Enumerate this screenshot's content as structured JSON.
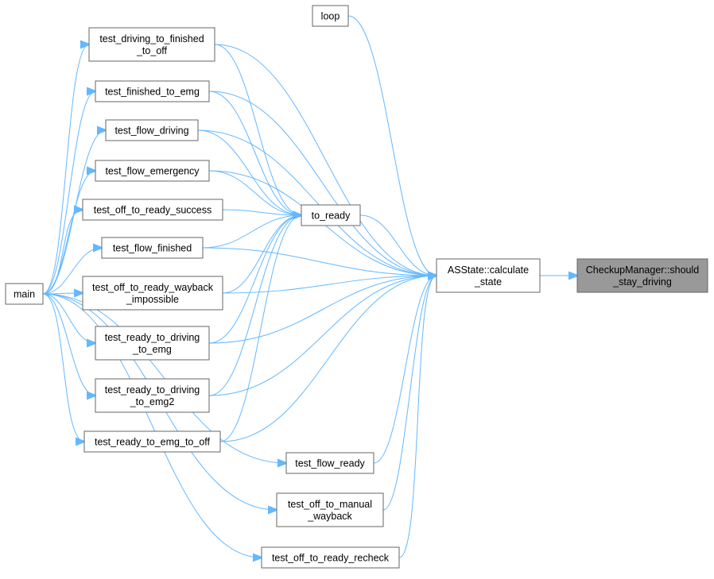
{
  "graph": {
    "edge_color": "#63b8ff",
    "node_border": "#666666",
    "focus_fill": "#999999",
    "nodes": [
      {
        "id": "focus",
        "lines": [
          "CheckupManager::should",
          "_stay_driving"
        ],
        "focus": true
      },
      {
        "id": "calc",
        "lines": [
          "ASState::calculate",
          "_state"
        ]
      },
      {
        "id": "to_ready",
        "lines": [
          "to_ready"
        ]
      },
      {
        "id": "loop",
        "lines": [
          "loop"
        ]
      },
      {
        "id": "main",
        "lines": [
          "main"
        ]
      },
      {
        "id": "t_drv_fin_off",
        "lines": [
          "test_driving_to_finished",
          "_to_off"
        ]
      },
      {
        "id": "t_fin_emg",
        "lines": [
          "test_finished_to_emg"
        ]
      },
      {
        "id": "t_flow_drv",
        "lines": [
          "test_flow_driving"
        ]
      },
      {
        "id": "t_flow_emg",
        "lines": [
          "test_flow_emergency"
        ]
      },
      {
        "id": "t_off_rdy_succ",
        "lines": [
          "test_off_to_ready_success"
        ]
      },
      {
        "id": "t_flow_fin",
        "lines": [
          "test_flow_finished"
        ]
      },
      {
        "id": "t_off_rdy_wb",
        "lines": [
          "test_off_to_ready_wayback",
          "_impossible"
        ]
      },
      {
        "id": "t_rdy_drv_emg",
        "lines": [
          "test_ready_to_driving",
          "_to_emg"
        ]
      },
      {
        "id": "t_rdy_drv_emg2",
        "lines": [
          "test_ready_to_driving",
          "_to_emg2"
        ]
      },
      {
        "id": "t_rdy_emg_off",
        "lines": [
          "test_ready_to_emg_to_off"
        ]
      },
      {
        "id": "t_flow_rdy",
        "lines": [
          "test_flow_ready"
        ]
      },
      {
        "id": "t_off_man_wb",
        "lines": [
          "test_off_to_manual",
          "_wayback"
        ]
      },
      {
        "id": "t_off_rdy_rechk",
        "lines": [
          "test_off_to_ready_recheck"
        ]
      }
    ],
    "edges": [
      [
        "calc",
        "focus"
      ],
      [
        "loop",
        "calc"
      ],
      [
        "to_ready",
        "calc"
      ],
      [
        "t_drv_fin_off",
        "calc"
      ],
      [
        "t_fin_emg",
        "calc"
      ],
      [
        "t_flow_drv",
        "calc"
      ],
      [
        "t_flow_emg",
        "calc"
      ],
      [
        "t_flow_fin",
        "calc"
      ],
      [
        "t_off_rdy_wb",
        "calc"
      ],
      [
        "t_rdy_drv_emg",
        "calc"
      ],
      [
        "t_rdy_drv_emg2",
        "calc"
      ],
      [
        "t_rdy_emg_off",
        "calc"
      ],
      [
        "t_flow_rdy",
        "calc"
      ],
      [
        "t_off_man_wb",
        "calc"
      ],
      [
        "t_off_rdy_rechk",
        "calc"
      ],
      [
        "t_drv_fin_off",
        "to_ready"
      ],
      [
        "t_fin_emg",
        "to_ready"
      ],
      [
        "t_flow_drv",
        "to_ready"
      ],
      [
        "t_flow_emg",
        "to_ready"
      ],
      [
        "t_off_rdy_succ",
        "to_ready"
      ],
      [
        "t_flow_fin",
        "to_ready"
      ],
      [
        "t_off_rdy_wb",
        "to_ready"
      ],
      [
        "t_rdy_drv_emg",
        "to_ready"
      ],
      [
        "t_rdy_drv_emg2",
        "to_ready"
      ],
      [
        "t_rdy_emg_off",
        "to_ready"
      ],
      [
        "main",
        "t_drv_fin_off"
      ],
      [
        "main",
        "t_fin_emg"
      ],
      [
        "main",
        "t_flow_drv"
      ],
      [
        "main",
        "t_flow_emg"
      ],
      [
        "main",
        "t_off_rdy_succ"
      ],
      [
        "main",
        "t_flow_fin"
      ],
      [
        "main",
        "t_off_rdy_wb"
      ],
      [
        "main",
        "t_rdy_drv_emg"
      ],
      [
        "main",
        "t_rdy_drv_emg2"
      ],
      [
        "main",
        "t_rdy_emg_off"
      ],
      [
        "main",
        "t_flow_rdy"
      ],
      [
        "main",
        "t_off_man_wb"
      ],
      [
        "main",
        "t_off_rdy_rechk"
      ]
    ]
  }
}
